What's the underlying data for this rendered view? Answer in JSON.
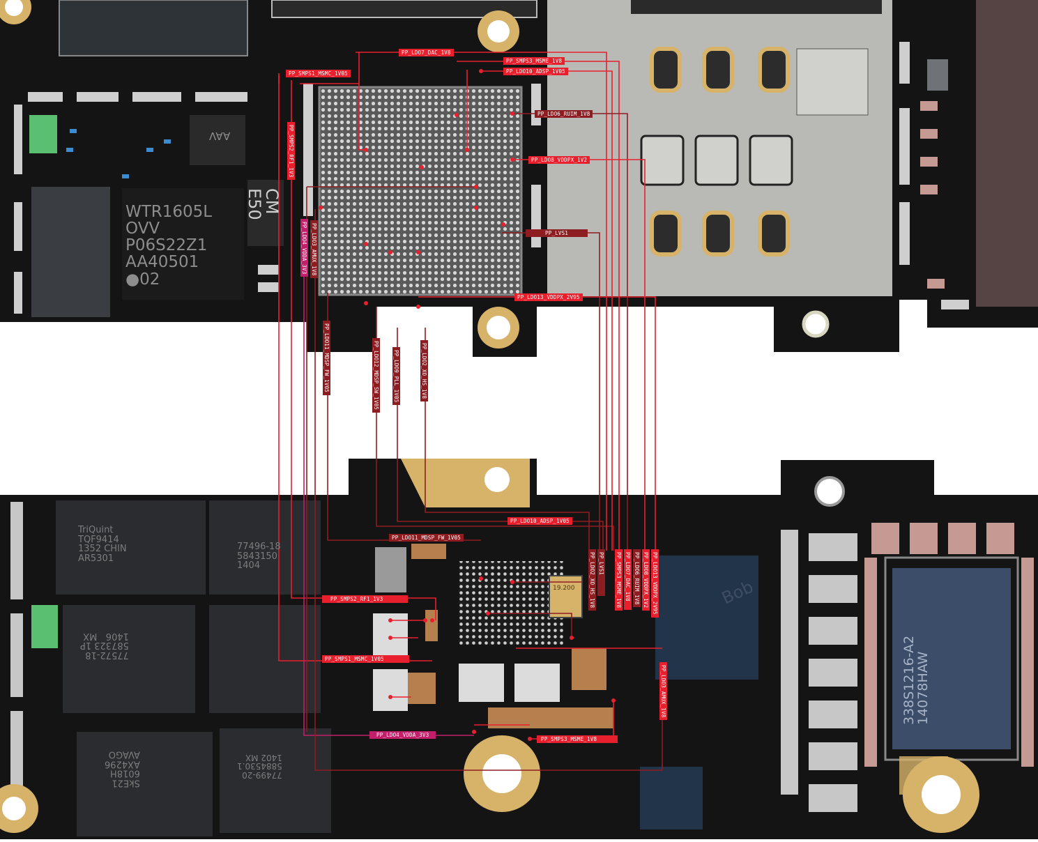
{
  "colors": {
    "board": "#141414",
    "shield": "#b9b9b5",
    "gold": "#d7b36a",
    "trace_red": "#e8202e",
    "trace_dark": "#8e1d22",
    "trace_pink": "#c21e6a"
  },
  "chip_markings": {
    "wtr": "WTR1605L\nOVV\nP06S22Z1\nAA40501\n●02",
    "cm": "CM\nE50",
    "aav": "AAV",
    "apple": "338S1216-A2\n14078HAW",
    "triquint": "TriQuint\nTQF9414\n1352 CHIN\nAR5301",
    "x77496": "77496-18\n5843150\n1404",
    "x77572": "77572-18\n587323 1P\n1406   MX",
    "sky": "SkE21\n6018H\nAX4296\nAVAGO",
    "x7749920": "77499-20\n5884530.1\n1402 MX",
    "crystal": "19.200",
    "bob": "Bob"
  },
  "top_labels": {
    "ldo7": "PP_LDO7_DAC_1V8",
    "smps3": "PP_SMPS3_MSME_1V8",
    "smps1": "PP_SMPS1_MSMC_1V05",
    "ldo10": "PP_LDO10_ADSP_1V05",
    "ldo6": "PP_LDO6_RUIM_1V8",
    "ldo8": "PP_LDO8_VDDPX_1V2",
    "lvs1": "PP_LVS1",
    "ldo13": "PP_LDO13_VDDPX_2V95",
    "smps2_v": "PP_SMPS2_RF1_1V3",
    "ldo3_v": "PP_LDO3_AMUX_1V8",
    "ldo4_v": "PP_LDO4_VDDA_3V3",
    "ldo11_v": "PP_LDO11_MDSP_FW_1V05",
    "ldo12_v": "PP_LDO12_MDSP_SW_1V05",
    "ldo9_v": "PP_LDO9_PLL_1V05",
    "ldo2_v": "PP_LDO2_XO_HS_1V8"
  },
  "bottom_labels": {
    "ldo10": "PP_LDO10_ADSP_1V05",
    "ldo11": "PP_LDO11_MDSP_FW_1V05",
    "smps2": "PP_SMPS2_RF1_1V3",
    "smps1": "PP_SMPS1_MSMC_1V05",
    "ldo4": "PP_LDO4_VDDA_3V3",
    "smps3": "PP_SMPS3_MSME_1V8",
    "ldo2_v": "PP_LDO2_XO_HS_1V8",
    "lvs1_v": "PP_LVS1",
    "smps3_v": "PP_SMPS3_MSME_1V8",
    "ldo7_v": "PP_LDO7_DAC_1V8",
    "ldo6_v": "PP_LDO6_RUIM_1V8",
    "ldo8_v": "PP_LDO8_VDDPX_1V2",
    "ldo13_v": "PP_LDO13_VDDPX_2V95",
    "ldo3_v": "PP_LDO3_AMUX_1V8"
  }
}
